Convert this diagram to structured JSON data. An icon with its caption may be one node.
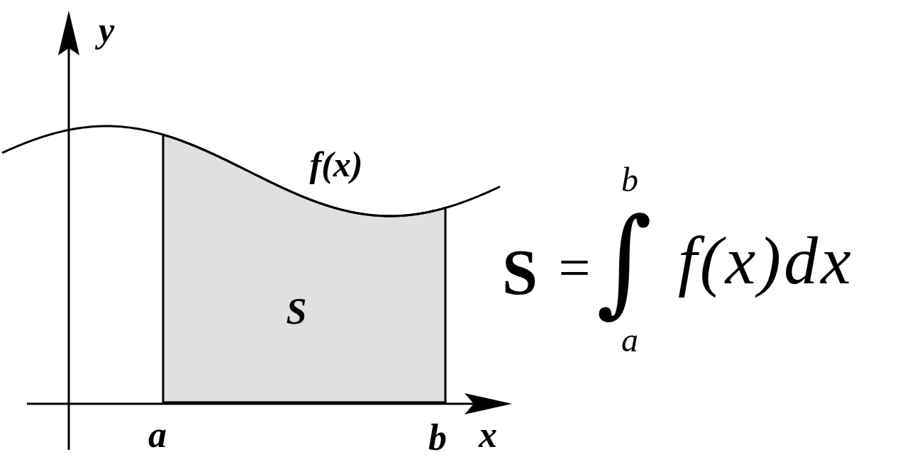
{
  "diagram": {
    "labels": [
      "y",
      "f(x)",
      "b",
      "S",
      "=",
      "∫",
      "f(x)dx",
      "S",
      "a",
      "a",
      "b",
      "x"
    ]
  }
}
